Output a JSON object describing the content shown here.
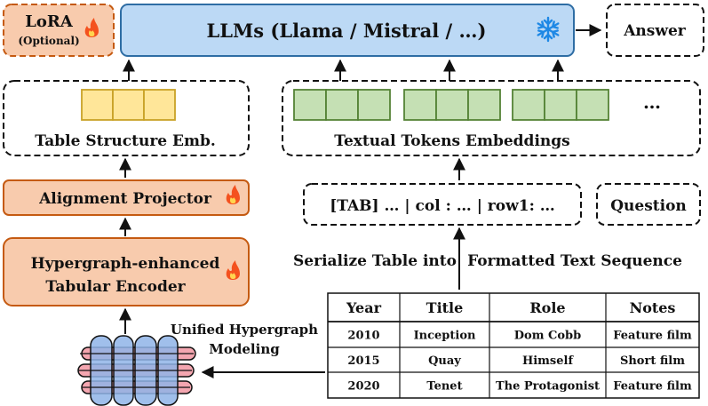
{
  "lora": {
    "title": "LoRA",
    "subtitle": "(Optional)",
    "badge_icon": "flame-icon"
  },
  "llm": {
    "label": "LLMs (Llama / Mistral / …)",
    "badge_icon": "snowflake-icon"
  },
  "answer": {
    "label": "Answer"
  },
  "table_structure": {
    "label": "Table Structure Emb."
  },
  "textual_tokens": {
    "label": "Textual Tokens Embeddings",
    "ellipsis": "…"
  },
  "alignment": {
    "label": "Alignment Projector",
    "badge_icon": "flame-icon"
  },
  "encoder": {
    "line1": "Hypergraph-enhanced",
    "line2": "Tabular Encoder",
    "badge_icon": "flame-icon"
  },
  "sequence": {
    "label": "[TAB] … | col : … | row1: …"
  },
  "question": {
    "label": "Question"
  },
  "serialize": {
    "part1": "Serialize Table into",
    "part2": "Formatted Text Sequence"
  },
  "modeling": {
    "line1": "Unified Hypergraph",
    "line2": "Modeling"
  },
  "table": {
    "headers": [
      "Year",
      "Title",
      "Role",
      "Notes"
    ],
    "rows": [
      [
        "2010",
        "Inception",
        "Dom Cobb",
        "Feature film"
      ],
      [
        "2015",
        "Quay",
        "Himself",
        "Short film"
      ],
      [
        "2020",
        "Tenet",
        "The Protagonist",
        "Feature film"
      ]
    ]
  },
  "colors": {
    "llm_fill": "#bcd9f5",
    "llm_stroke": "#2e6da4",
    "orange_fill": "#f8cbad",
    "orange_stroke": "#c55a11",
    "yellow_cell": "#ffe699",
    "yellow_stroke": "#c9a227",
    "green_cell": "#c5e0b4",
    "green_stroke": "#548235",
    "table_header": "#c00000",
    "hyper_pink": "#f4a6b0",
    "hyper_blue": "#8fb4e8"
  }
}
